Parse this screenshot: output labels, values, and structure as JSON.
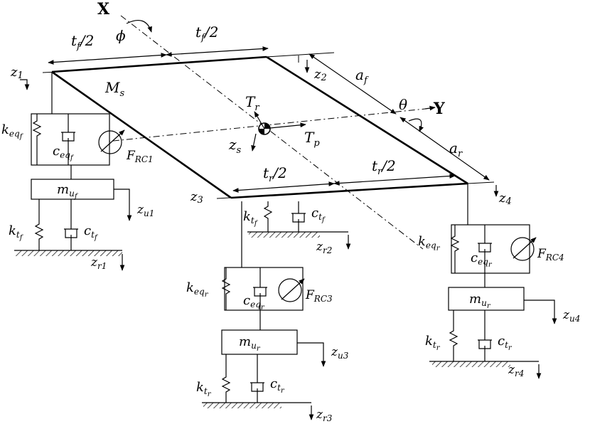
{
  "axes": {
    "x": "X",
    "y": "Y",
    "roll": "ϕ",
    "pitch": "θ"
  },
  "body": {
    "mass": "M_s",
    "heave": "z_s",
    "torque_r": "T_r",
    "torque_p": "T_p",
    "corner_z": [
      "z1",
      "z2",
      "z3",
      "z4"
    ],
    "tf_half": "t_f/2",
    "tr_half": "t_r/2",
    "af": "a_f",
    "ar": "a_r"
  },
  "corners": [
    {
      "id": "1",
      "k_eq": "k_eq_f",
      "c_eq": "c_eq_f",
      "force": "F_RC1",
      "m_u": "m_u_f",
      "z_u": "z_u1",
      "k_t": "k_t_f",
      "c_t": "c_t_f",
      "z_r": "z_r1"
    },
    {
      "id": "2",
      "k_t": "k_t_f",
      "c_t": "c_t_f",
      "z_r": "z_r2"
    },
    {
      "id": "3",
      "k_eq": "k_eq_r",
      "c_eq": "c_eq_r",
      "force": "F_RC3",
      "m_u": "m_u_r",
      "z_u": "z_u3",
      "k_t": "k_t_r",
      "c_t": "c_t_r",
      "z_r": "z_r3"
    },
    {
      "id": "4",
      "k_eq": "k_eq_r",
      "c_eq": "c_eq_r",
      "force": "F_RC4",
      "m_u": "m_u_r",
      "z_u": "z_u4",
      "k_t": "k_t_r",
      "c_t": "c_t_r",
      "z_r": "z_r4"
    }
  ]
}
